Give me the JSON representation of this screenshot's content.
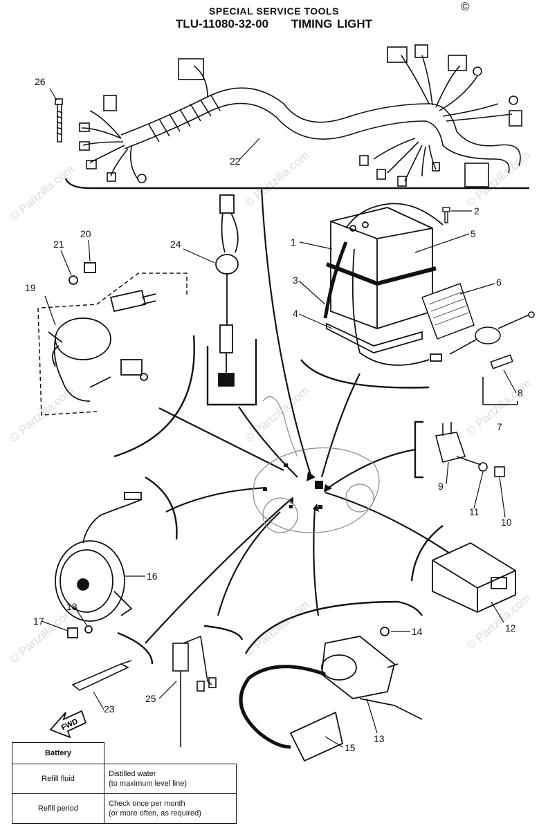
{
  "header": {
    "line1": "SPECIAL SERVICE TOOLS",
    "tool_number": "TLU-11080-32-00",
    "tool_name": "TIMING LIGHT"
  },
  "copyright_symbol": "©",
  "watermark": "© Partzilla.com",
  "fwd_label": "FWD",
  "callouts": [
    "1",
    "2",
    "3",
    "4",
    "5",
    "6",
    "7",
    "8",
    "9",
    "10",
    "11",
    "12",
    "13",
    "14",
    "15",
    "16",
    "17",
    "18",
    "19",
    "20",
    "21",
    "22",
    "23",
    "24",
    "25",
    "26"
  ],
  "spec_table": {
    "header": "Battery",
    "rows": [
      {
        "key": "Refill fluid",
        "line1": "Distilled water",
        "line2": "(to maximum level line)"
      },
      {
        "key": "Refill period",
        "line1": "Check once per month",
        "line2": "(or more often, as required)"
      }
    ]
  }
}
